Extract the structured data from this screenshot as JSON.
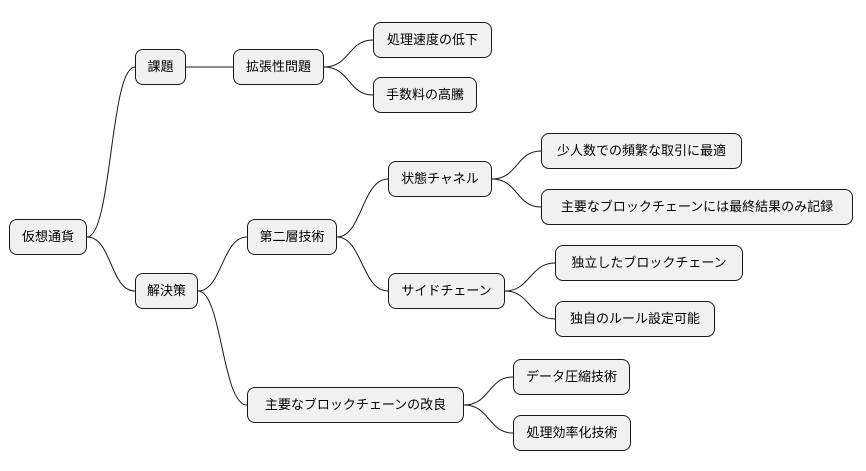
{
  "mindmap": {
    "root": "仮想通貨",
    "branches": {
      "issue": {
        "label": "課題",
        "child": "拡張性問題",
        "leaves": [
          "処理速度の低下",
          "手数料の高騰"
        ]
      },
      "solution": {
        "label": "解決策",
        "layer2": {
          "label": "第二層技術",
          "state_channel": {
            "label": "状態チャネル",
            "leaves": [
              "少人数での頻繁な取引に最適",
              "主要なブロックチェーンには最終結果のみ記録"
            ]
          },
          "sidechain": {
            "label": "サイドチェーン",
            "leaves": [
              "独立したブロックチェーン",
              "独自のルール設定可能"
            ]
          }
        },
        "mainchain": {
          "label": "主要なブロックチェーンの改良",
          "leaves": [
            "データ圧縮技術",
            "処理効率化技術"
          ]
        }
      }
    }
  }
}
